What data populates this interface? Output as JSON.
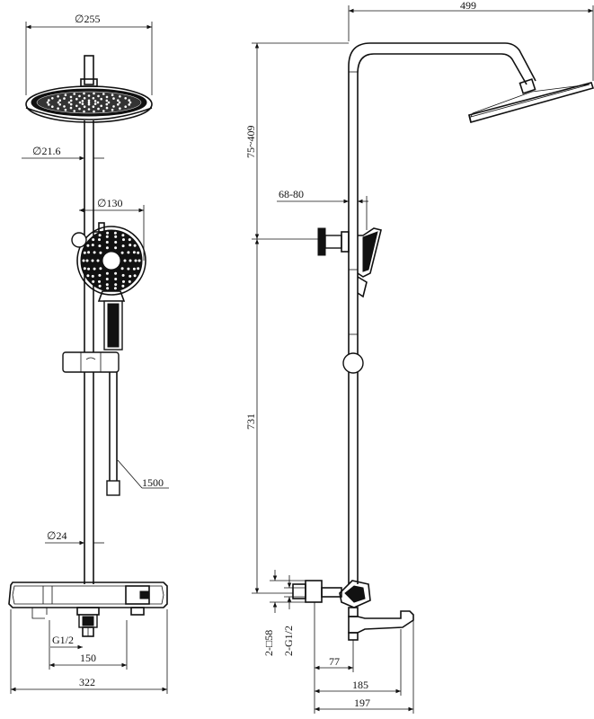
{
  "dimensions": {
    "head_diameter": "∅255",
    "pipe_diameter": "∅21.6",
    "hand_shower_diameter": "∅130",
    "hose_length": "1500",
    "bar_diameter": "∅24",
    "inlet_thread": "G1/2",
    "inlet_spacing": "150",
    "body_width": "322",
    "arm_reach": "499",
    "head_height_range": "75~409",
    "wall_offset": "68-80",
    "column_height": "731",
    "mount_square": "2-□58",
    "mount_thread": "2-G1/2",
    "spout_77": "77",
    "spout_185": "185",
    "spout_197": "197"
  },
  "colors": {
    "line": "#111111",
    "background": "#ffffff"
  }
}
